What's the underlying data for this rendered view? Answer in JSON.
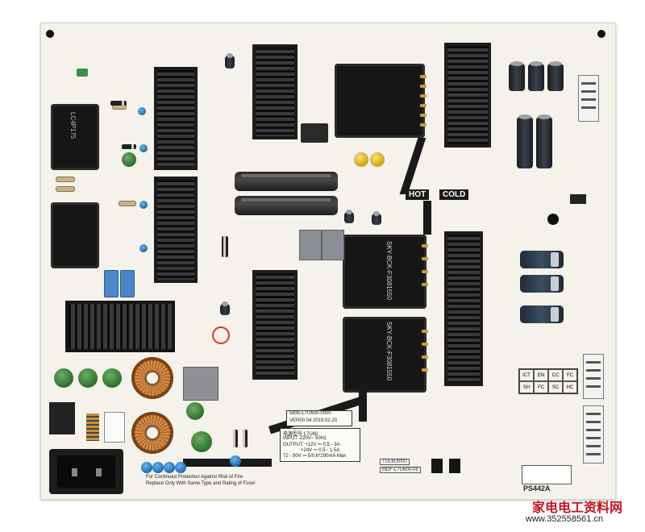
{
  "photo": {
    "subject": "power-supply-board",
    "board_colors": {
      "pcb": "#f4f2ea",
      "heatsink": "#1c1c1c",
      "hot_zone_marker": "#d9332b"
    }
  },
  "silkscreen": {
    "hot": "HOT",
    "cold": "COLD",
    "model_code": "5835-L7U600-0000",
    "version_date": "VER00.04   2019.02.20",
    "part_code": "PS442A",
    "spec_title": "电源型号  L7U60",
    "spec_input": "INPUT:  220V~ 50Hz",
    "spec_output_1": "OUTPUT:  +12V ⎓  0.5 - 3A",
    "spec_output_2": "+24V ⎓  0.5 - 1.5A",
    "spec_output_3": "72 - 90V ⎓  5/0.6*290mA Max",
    "warning_line_1": "For Continued Protection Against Risk of Fire",
    "warning_line_2": "Replace Only With Same Type and Rating of Fuse!",
    "transformer_label_a": "SKY-BCK-F3081550",
    "transformer_label_b": "SKY-BCK-F3081550",
    "inductor_label": "LC4P175",
    "sticker_1": "TUL6U0/00",
    "sticker_2": "MDF-L7U600-08",
    "test_grid": [
      "ICT",
      "EN",
      "CC",
      "FC",
      "SH",
      "FC",
      "SC",
      "HC"
    ]
  },
  "watermark": {
    "title": "家电电工资料网",
    "url": "www.352558561.cn"
  }
}
